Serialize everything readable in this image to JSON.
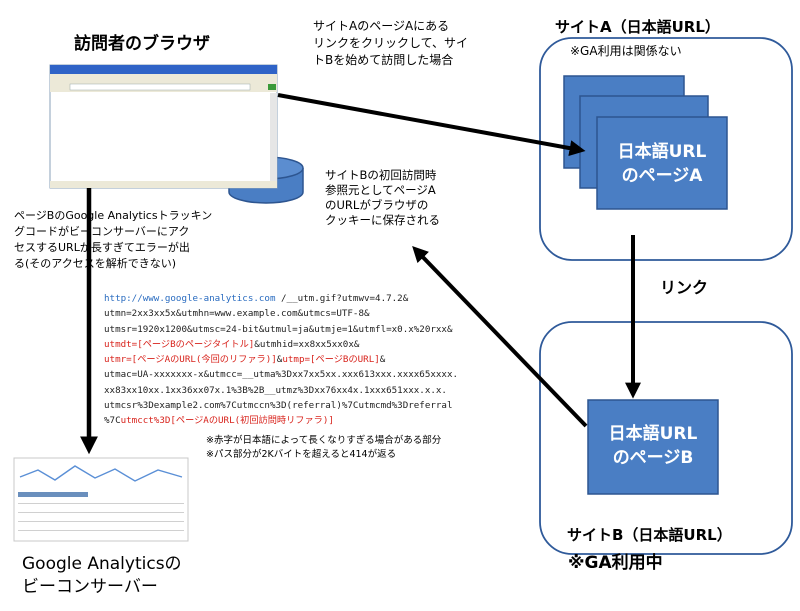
{
  "browser": {
    "title": "訪問者のブラウザ"
  },
  "arrow_label": "サイトAのページAにある\nリンクをクリックして、サイ\nトBを始めて訪問した場合",
  "site_a": {
    "title": "サイトA（日本語URL）",
    "note": "※GA利用は関係ない",
    "page_line1": "日本語URL",
    "page_line2": "のページA"
  },
  "site_b": {
    "title": "サイトB（日本語URL）",
    "note": "※GA利用中",
    "page_line1": "日本語URL",
    "page_line2": "のページB"
  },
  "link_label": "リンク",
  "cookie_note": "サイトBの初回訪問時\n参照元としてページA\nのURLがブラウザの\nクッキーに保存される",
  "error_note": "ページBのGoogle Analyticsトラッキン\nグコードがビーコンサーバーにアク\nセスするURLが長すぎてエラーが出\nる(そのアクセスを解析できない)",
  "url_lines": [
    [
      {
        "t": "http://www.google-analytics.com",
        "c": "blue"
      },
      {
        "t": " /__utm.gif?utmwv=4.7.2&",
        "c": "black"
      }
    ],
    [
      {
        "t": "utmn=2xx3xx5x&utmhn=www.example.com&utmcs=UTF-8&",
        "c": "black"
      }
    ],
    [
      {
        "t": "utmsr=1920x1200&utmsc=24-bit&utmul=ja&utmje=1&utmfl=x0.x%20rxx&",
        "c": "black"
      }
    ],
    [
      {
        "t": "utmdt=[ページBのページタイトル]",
        "c": "red"
      },
      {
        "t": "&utmhid=xx8xx5xx0x&",
        "c": "black"
      }
    ],
    [
      {
        "t": "utmr=[ページAのURL(今回のリファラ)]",
        "c": "red"
      },
      {
        "t": "&",
        "c": "black"
      },
      {
        "t": "utmp=[ページBのURL]",
        "c": "red"
      },
      {
        "t": "&",
        "c": "black"
      }
    ],
    [
      {
        "t": "utmac=UA-xxxxxxx-x&utmcc=__utma%3Dxx7xx5xx.xxx613xxx.xxxx65xxxx.",
        "c": "black"
      }
    ],
    [
      {
        "t": "xx83xx10xx.1xx36xx07x.1%3B%2B__utmz%3Dxx76xx4x.1xxx651xxx.x.x.",
        "c": "black"
      }
    ],
    [
      {
        "t": "utmcsr%3Dexample2.com%7Cutmccn%3D(referral)%7Cutmcmd%3Dreferral",
        "c": "black"
      }
    ],
    [
      {
        "t": "%7C",
        "c": "black"
      },
      {
        "t": "utmcct%3D[ページAのURL(初回訪問時リファラ)]",
        "c": "red"
      }
    ]
  ],
  "footnotes": [
    "※赤字が日本語によって長くなりすぎる場合がある部分",
    "※パス部分が2Kバイトを超えると414が返る"
  ],
  "beacon_label": "Google Analyticsの\nビーコンサーバー"
}
